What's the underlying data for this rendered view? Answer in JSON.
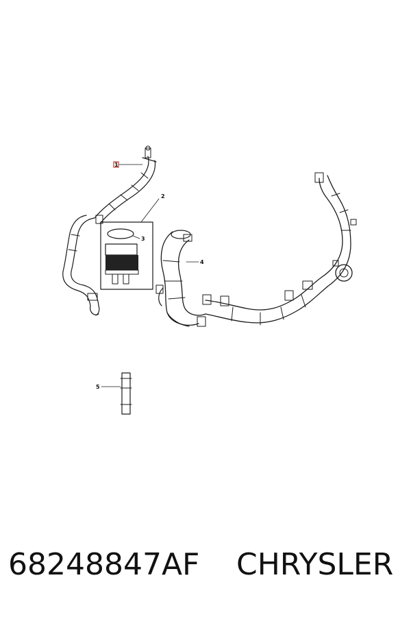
{
  "callouts": {
    "c1": "1",
    "c2": "2",
    "c3": "3",
    "c4": "4",
    "c5": "5"
  },
  "footer": {
    "part_number": "68248847AF",
    "brand": "CHRYSLER"
  },
  "colors": {
    "line": "#1a1a1a",
    "highlight": "#c0392b",
    "fill_dark": "#222222"
  }
}
